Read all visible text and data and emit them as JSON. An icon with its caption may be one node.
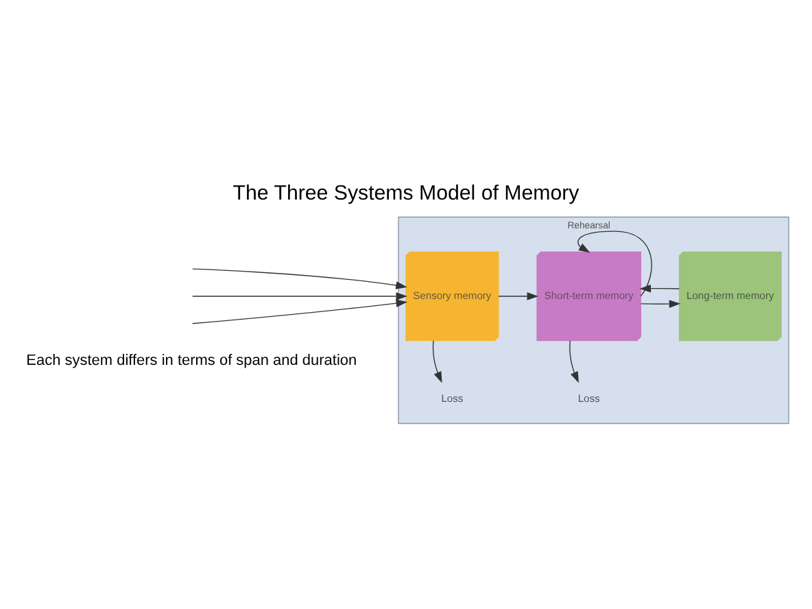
{
  "diagram": {
    "title": "The Three Systems Model of Memory",
    "nodes": [
      {
        "text": [],
        "shape": "box"
      },
      {
        "text": [
          "Sensory memory"
        ],
        "in": 0
      },
      {
        "text": [
          "Short-term memory"
        ],
        "in": 0
      },
      {
        "text": [
          "Long-term memory"
        ],
        "in": 0
      },
      {
        "text": [
          "Loss"
        ],
        "in": 0
      },
      {
        "text": [
          "Loss"
        ],
        "in": 0
      }
    ],
    "edges": [
      {
        "from": null,
        "to": 1,
        "arrow": "to"
      },
      {
        "from": null,
        "to": 1,
        "arrow": "to"
      },
      {
        "from": null,
        "to": 1,
        "arrow": "to"
      },
      {
        "from": 1,
        "to": 2,
        "arrow": "to"
      },
      {
        "from": 2,
        "to": 2,
        "arrow": "to",
        "label": "Rehearsal"
      },
      {
        "from": 2,
        "to": 3,
        "arrow": "to"
      },
      {
        "from": 3,
        "to": 2,
        "arrow": "to"
      },
      {
        "from": 1,
        "to": 4,
        "arrow": "to"
      },
      {
        "from": 2,
        "to": 5,
        "arrow": "to"
      }
    ],
    "labels": [
      "Each system differs in terms of span and duration"
    ]
  }
}
